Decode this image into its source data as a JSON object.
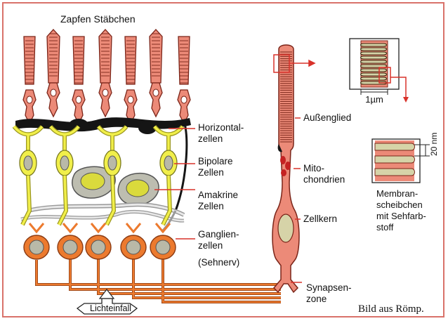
{
  "header": {
    "top_label": "Zapfen Stäbchen"
  },
  "labels": {
    "horizontal": "Horizontal-\nzellen",
    "bipolar": "Bipolare\nZellen",
    "amakrin": "Amakrine\nZellen",
    "ganglien": "Ganglien-\nzellen",
    "sehnerv": "(Sehnerv)",
    "lichteinfall": "Lichteinfall",
    "aussenglied": "Außenglied",
    "mitochondrien": "Mito-\nchondrien",
    "zellkern": "Zellkern",
    "synapsenzone": "Synapsen-\nzone",
    "membran": "Membran-\nscheibchen\nmit Sehfarb-\nstoff",
    "scale_um": "1µm",
    "scale_nm": "20 nm"
  },
  "credit": "Bild aus Römp.",
  "colors": {
    "receptor": "#ec8a78",
    "receptor_dark": "#7a2418",
    "bipolar": "#f1ef4a",
    "ganglion": "#ec7a2e",
    "nucleus": "#b9b9a8",
    "amacrine": "#d8d6a0",
    "horizontal": "#151515",
    "frame": "#d9726a",
    "arrow": "#d8322a"
  }
}
